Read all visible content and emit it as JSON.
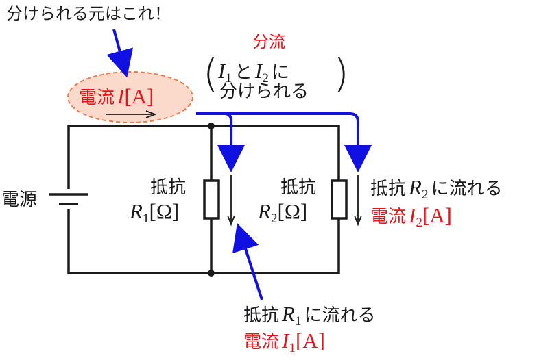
{
  "callout_top": "分けられる元はこれ！",
  "bunryu": {
    "title": "分流",
    "line1_sym_a": "I",
    "line1_sub_a": "1",
    "line1_to": "と",
    "line1_sym_b": "I",
    "line1_sub_b": "2",
    "line1_ni": "に",
    "line2": "分けられる"
  },
  "total_current": {
    "word": "電流",
    "sym": "I",
    "unit": "[A]"
  },
  "source_label": "電源",
  "r1_box": {
    "word": "抵抗",
    "sym": "R",
    "sub": "1",
    "unit": "[Ω]"
  },
  "r2_box": {
    "word": "抵抗",
    "sym": "R",
    "sub": "2",
    "unit": "[Ω]"
  },
  "r2_flow": {
    "word": "抵抗",
    "sym": "R",
    "sub": "2",
    "tail": "に流れる",
    "cur_word": "電流",
    "cur_sym": "I",
    "cur_sub": "2",
    "cur_unit": "[A]"
  },
  "r1_flow": {
    "word": "抵抗",
    "sym": "R",
    "sub": "1",
    "tail": "に流れる",
    "cur_word": "電流",
    "cur_sym": "I",
    "cur_sub": "1",
    "cur_unit": "[A]"
  },
  "colors": {
    "accent_red": "#e8141a",
    "arrow_blue": "#1010e0",
    "ellipse_fill": "#fbd9cb",
    "ellipse_stroke": "#f07a4a"
  }
}
